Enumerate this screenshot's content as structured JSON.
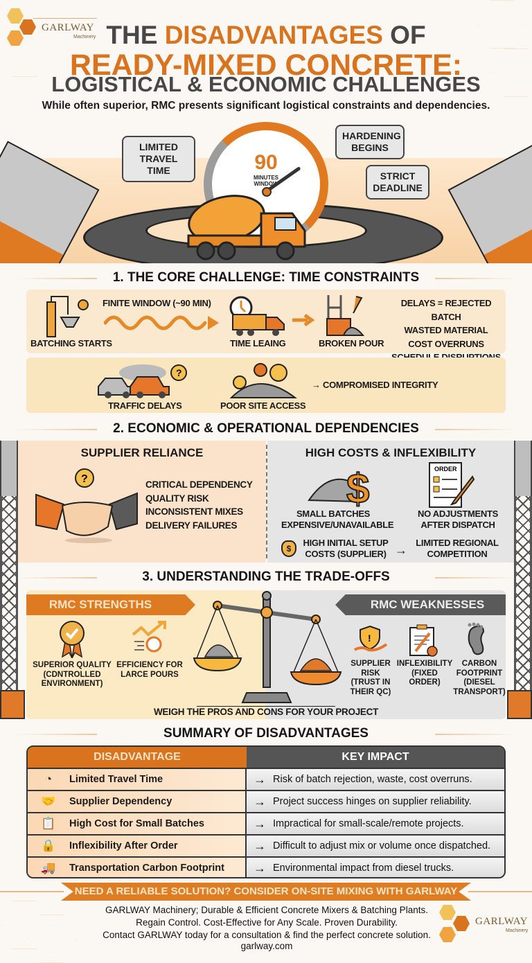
{
  "brand": {
    "name": "GARLWAY",
    "sub": "Machinery",
    "accent": "#d9731d",
    "dark": "#474747"
  },
  "header": {
    "title_line1_pre": "THE ",
    "title_line1_accent": "DISADVANTAGES",
    "title_line1_post": " OF",
    "title_line2": "READY-MIXED CONCRETE:",
    "title_line3": "LOGISTICAL & ECONOMIC CHALLENGES",
    "subtitle": "While often superior, RMC presents significant logistical constraints and dependencies."
  },
  "hero": {
    "gauge_value": "90",
    "gauge_label_1": "MINUTES",
    "gauge_label_2": "WINDOW",
    "bubbles": [
      "LIMITED\nTRAVEL TIME",
      "HARDENING\nBEGINS",
      "STRICT\nDEADLINE"
    ],
    "bubble_left_1": "LIMITED",
    "bubble_left_2": "TRAVEL TIME",
    "bubble_right_top_1": "HARDENING",
    "bubble_right_top_2": "BEGINS",
    "bubble_right_bottom_1": "STRICT",
    "bubble_right_bottom_2": "DEADLINE"
  },
  "section1": {
    "title": "1. THE CORE CHALLENGE: TIME CONSTRAINTS",
    "batching": "BATCHING STARTS",
    "window": "FINITE WINDOW (~90 MIN)",
    "time_leaking": "TIME LEAING",
    "broken_pour": "BROKEN POUR",
    "consequences": [
      "DELAYS = REJECTED BATCH",
      "WASTED MATERIAL",
      "COST OVERRUNS",
      "SCHEDULE DISRUPTIONS"
    ],
    "traffic": "TRAFFIC DELAYS",
    "site_access": "POOR SITE ACCESS",
    "result": "→ COMPROMISED INTEGRITY"
  },
  "section2": {
    "title": "2. ECONOMIC & OPERATIONAL DEPENDENCIES",
    "left_title": "SUPPLIER RELIANCE",
    "left_items": [
      "CRITICAL DEPENDENCY",
      "QUALITY RISK",
      "INCONSISTENT MIXES",
      "DELIVERY FAILURES"
    ],
    "right_title": "HIGH COSTS & INFLEXIBILITY",
    "order_label": "ORDER",
    "small_batches_1": "SMALL BATCHES",
    "small_batches_2": "EXPENSIVE/UNAVAILABLE",
    "no_adjust_1": "NO ADJUSTMENTS",
    "no_adjust_2": "AFTER DISPATCH",
    "setup_1": "HIGH INITIAL SETUP",
    "setup_2": "COSTS (SUPPLIER)",
    "arrow": "→",
    "competition_1": "LIMITED REGIONAL",
    "competition_2": "COMPETITION"
  },
  "section3": {
    "title": "3. UNDERSTANDING THE TRADE-OFFS",
    "strengths_label": "RMC STRENGTHS",
    "weaknesses_label": "RMC WEAKNESSES",
    "strengths": [
      {
        "l1": "SUPERIOR QUALITY",
        "l2": "(CDNTROLLED",
        "l3": "ENVIRONMENT)"
      },
      {
        "l1": "EFFICIENCY FOR",
        "l2": "LARCE POURS",
        "l3": ""
      }
    ],
    "weaknesses": [
      {
        "l1": "SUPPLIER",
        "l2": "RISK",
        "l3": "(TRUST IN",
        "l4": "THEIR QC)"
      },
      {
        "l1": "INFLEXIBILITY",
        "l2": "(FIXED",
        "l3": "ORDER)",
        "l4": ""
      },
      {
        "l1": "CARBON",
        "l2": "FOOTPRINT",
        "l3": "(DIESEL",
        "l4": "TRANSPORT)"
      }
    ],
    "caption": "WEIGH THE PROS AND CONS FOR YOUR PROJECT"
  },
  "summary": {
    "title": "SUMMARY OF DISADVANTAGES",
    "col1": "DISADVANTAGE",
    "col2": "KEY IMPACT",
    "rows": [
      {
        "icon": "◔",
        "name": "Limited Travel Time",
        "impact": "Risk of batch rejection, waste, cost overruns."
      },
      {
        "icon": "🤝",
        "name": "Supplier Dependency",
        "impact": "Project success hinges on supplier reliability."
      },
      {
        "icon": "📋",
        "name": "High Cost for Small Batches",
        "impact": "Impractical for small-scale/remote projects."
      },
      {
        "icon": "🔒",
        "name": "Inflexibility After Order",
        "impact": "Difficult to adjust mix or volume once dispatched."
      },
      {
        "icon": "🚚",
        "name": "Transportation Carbon Footprint",
        "impact": "Environmental impact from diesel trucks."
      }
    ],
    "arrow": "→"
  },
  "footer": {
    "banner": "NEED A RELIABLE SOLUTION? CONSIDER ON-SITE MIXING WITH GARLWAY",
    "line1": "GARLWAY Machinery; Durable & Efficient Concrete Mixers & Batching Plants.",
    "line2": "Regain Control. Cost-Effective for Any Scale. Proven Durability.",
    "line3": "Contact GARLWAY today for a consultation & find the perfect concrete solution.",
    "url": "garlway.com"
  }
}
